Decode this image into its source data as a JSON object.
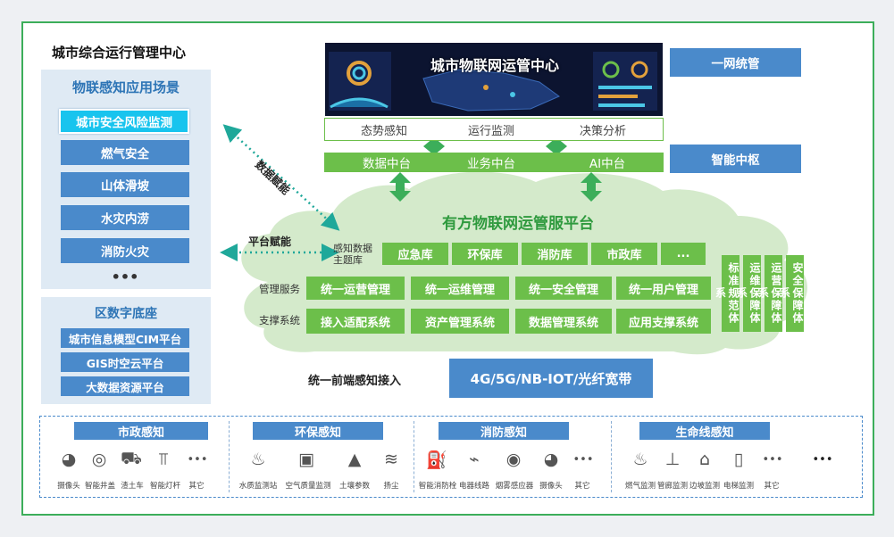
{
  "main_title": "城市综合运行管理中心",
  "left_panel": {
    "title": "物联感知应用场景",
    "items": [
      "城市安全风险监测",
      "燃气安全",
      "山体滑坡",
      "水灾内涝",
      "消防火灾"
    ],
    "more": "•••"
  },
  "base_panel": {
    "title": "区数字底座",
    "items": [
      "城市信息模型CIM平台",
      "GIS时空云平台",
      "大数据资源平台"
    ]
  },
  "arrows": {
    "data_enable": "数据赋能",
    "platform_enable": "平台赋能"
  },
  "center": {
    "screen_title": "城市物联网运管中心",
    "capabilities": [
      "态势感知",
      "运行监测",
      "决策分析"
    ],
    "middle_platforms": [
      "数据中台",
      "业务中台",
      "AI中台"
    ],
    "platform_title": "有方物联网运管服平台",
    "theme_label": "感知数据\n主题库",
    "theme_items": [
      "应急库",
      "环保库",
      "消防库",
      "市政库",
      "..."
    ],
    "mgmt_label": "管理服务",
    "mgmt_items": [
      "统一运营管理",
      "统一运维管理",
      "统一安全管理",
      "统一用户管理"
    ],
    "support_label": "支撑系统",
    "support_items": [
      "接入适配系统",
      "资产管理系统",
      "数据管理系统",
      "应用支撑系统"
    ],
    "vertical_items": [
      "标准规范体系",
      "运维保障体系",
      "运营保障体系",
      "安全保障体系"
    ],
    "access_label": "统一前端感知接入",
    "access_box": "4G/5G/NB-IOT/光纤宽带"
  },
  "right_buttons": [
    "一网统管",
    "智能中枢"
  ],
  "sensing": [
    {
      "title": "市政感知",
      "items": [
        {
          "label": "摄像头",
          "icon": "camera-icon",
          "glyph": "◕"
        },
        {
          "label": "智能井盖",
          "icon": "manhole-icon",
          "glyph": "◎"
        },
        {
          "label": "渣土车",
          "icon": "truck-icon",
          "glyph": "⛟"
        },
        {
          "label": "智能灯杆",
          "icon": "lamp-icon",
          "glyph": "⫪"
        },
        {
          "label": "其它",
          "icon": "more-icon",
          "glyph": "•••"
        }
      ]
    },
    {
      "title": "环保感知",
      "items": [
        {
          "label": "水质监测站",
          "icon": "water-icon",
          "glyph": "♨"
        },
        {
          "label": "空气质量监测",
          "icon": "air-icon",
          "glyph": "▣"
        },
        {
          "label": "土壤参数",
          "icon": "soil-icon",
          "glyph": "▲"
        },
        {
          "label": "扬尘",
          "icon": "dust-icon",
          "glyph": "≋"
        }
      ]
    },
    {
      "title": "消防感知",
      "items": [
        {
          "label": "智能消防栓",
          "icon": "hydrant-icon",
          "glyph": "⛽"
        },
        {
          "label": "电器线路",
          "icon": "circuit-icon",
          "glyph": "⌁"
        },
        {
          "label": "烟雾感应器",
          "icon": "smoke-icon",
          "glyph": "◉"
        },
        {
          "label": "摄像头",
          "icon": "camera-icon",
          "glyph": "◕"
        },
        {
          "label": "其它",
          "icon": "more-icon",
          "glyph": "•••"
        }
      ]
    },
    {
      "title": "生命线感知",
      "items": [
        {
          "label": "燃气监测",
          "icon": "fire-icon",
          "glyph": "♨"
        },
        {
          "label": "管廊监测",
          "icon": "pipe-icon",
          "glyph": "⊥"
        },
        {
          "label": "边坡监测",
          "icon": "slope-icon",
          "glyph": "⌂"
        },
        {
          "label": "电梯监测",
          "icon": "elevator-icon",
          "glyph": "▯"
        },
        {
          "label": "其它",
          "icon": "more-icon",
          "glyph": "•••"
        },
        {
          "label": "",
          "icon": "more-icon",
          "glyph": "•••"
        }
      ]
    }
  ]
}
